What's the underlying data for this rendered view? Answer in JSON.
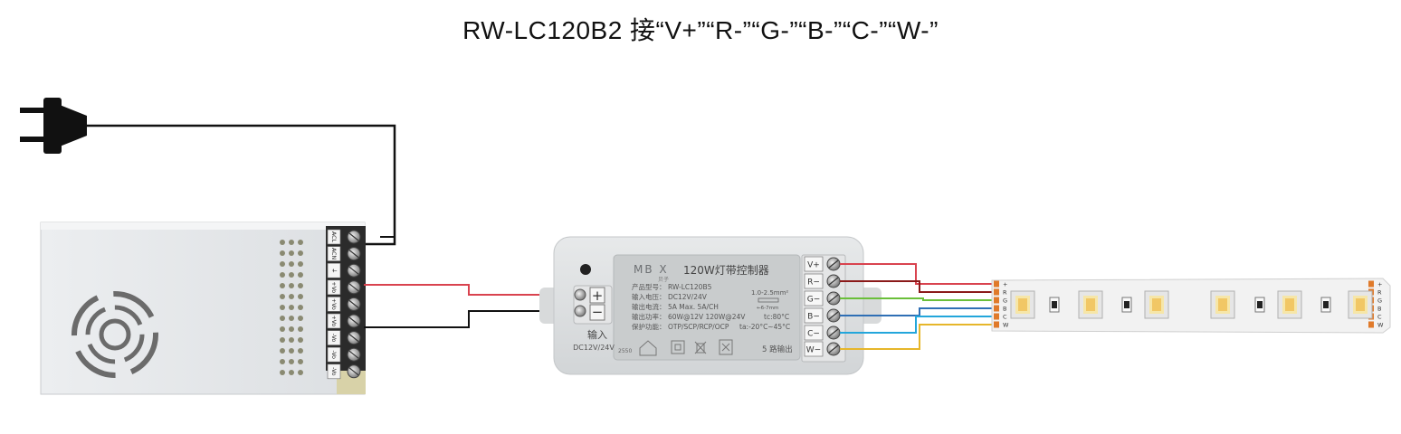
{
  "title": "RW-LC120B2 接“V+”“R-”“G-”“B-”“C-”“W-”",
  "psu": {
    "terminal_labels": [
      "ACL",
      "ACN",
      "⏚",
      "+Vo",
      "+Vo",
      "+Vo",
      "-Vo",
      "-Vo",
      "-Vo"
    ]
  },
  "controller": {
    "brand": "MB X",
    "brand_sub": "贝子",
    "name": "120W灯带控制器",
    "specs": [
      {
        "label": "产品型号：",
        "value": "RW-LC120B5"
      },
      {
        "label": "输入电压：",
        "value": "DC12V/24V"
      },
      {
        "label": "输出电流：",
        "value": "5A  Max. 5A/CH"
      },
      {
        "label": "输出功率：",
        "value": "60W@12V  120W@24V"
      },
      {
        "label": "保护功能：",
        "value": "OTP/SCP/RCP/OCP"
      }
    ],
    "wire_spec": "1.0-2.5mm²",
    "strip_len": "←6-7mm",
    "tc": "tc:80°C",
    "ta": "ta:-20°C~45°C",
    "input_label": "输入",
    "input_voltage": "DC12V/24V",
    "code": "2550",
    "output_label": "5 路输出",
    "input_terminals": [
      "+",
      "−"
    ],
    "output_terminals": [
      "V+",
      "R−",
      "G−",
      "B−",
      "C−",
      "W−"
    ]
  },
  "strip": {
    "pin_labels": [
      "+",
      "R",
      "G",
      "B",
      "C",
      "W"
    ]
  },
  "colors": {
    "v_plus": "#d9434f",
    "r": "#8b1a1a",
    "g": "#6abf3a",
    "b": "#2f6fb5",
    "c": "#23a6db",
    "w": "#e6b62a",
    "neg": "#111111"
  }
}
